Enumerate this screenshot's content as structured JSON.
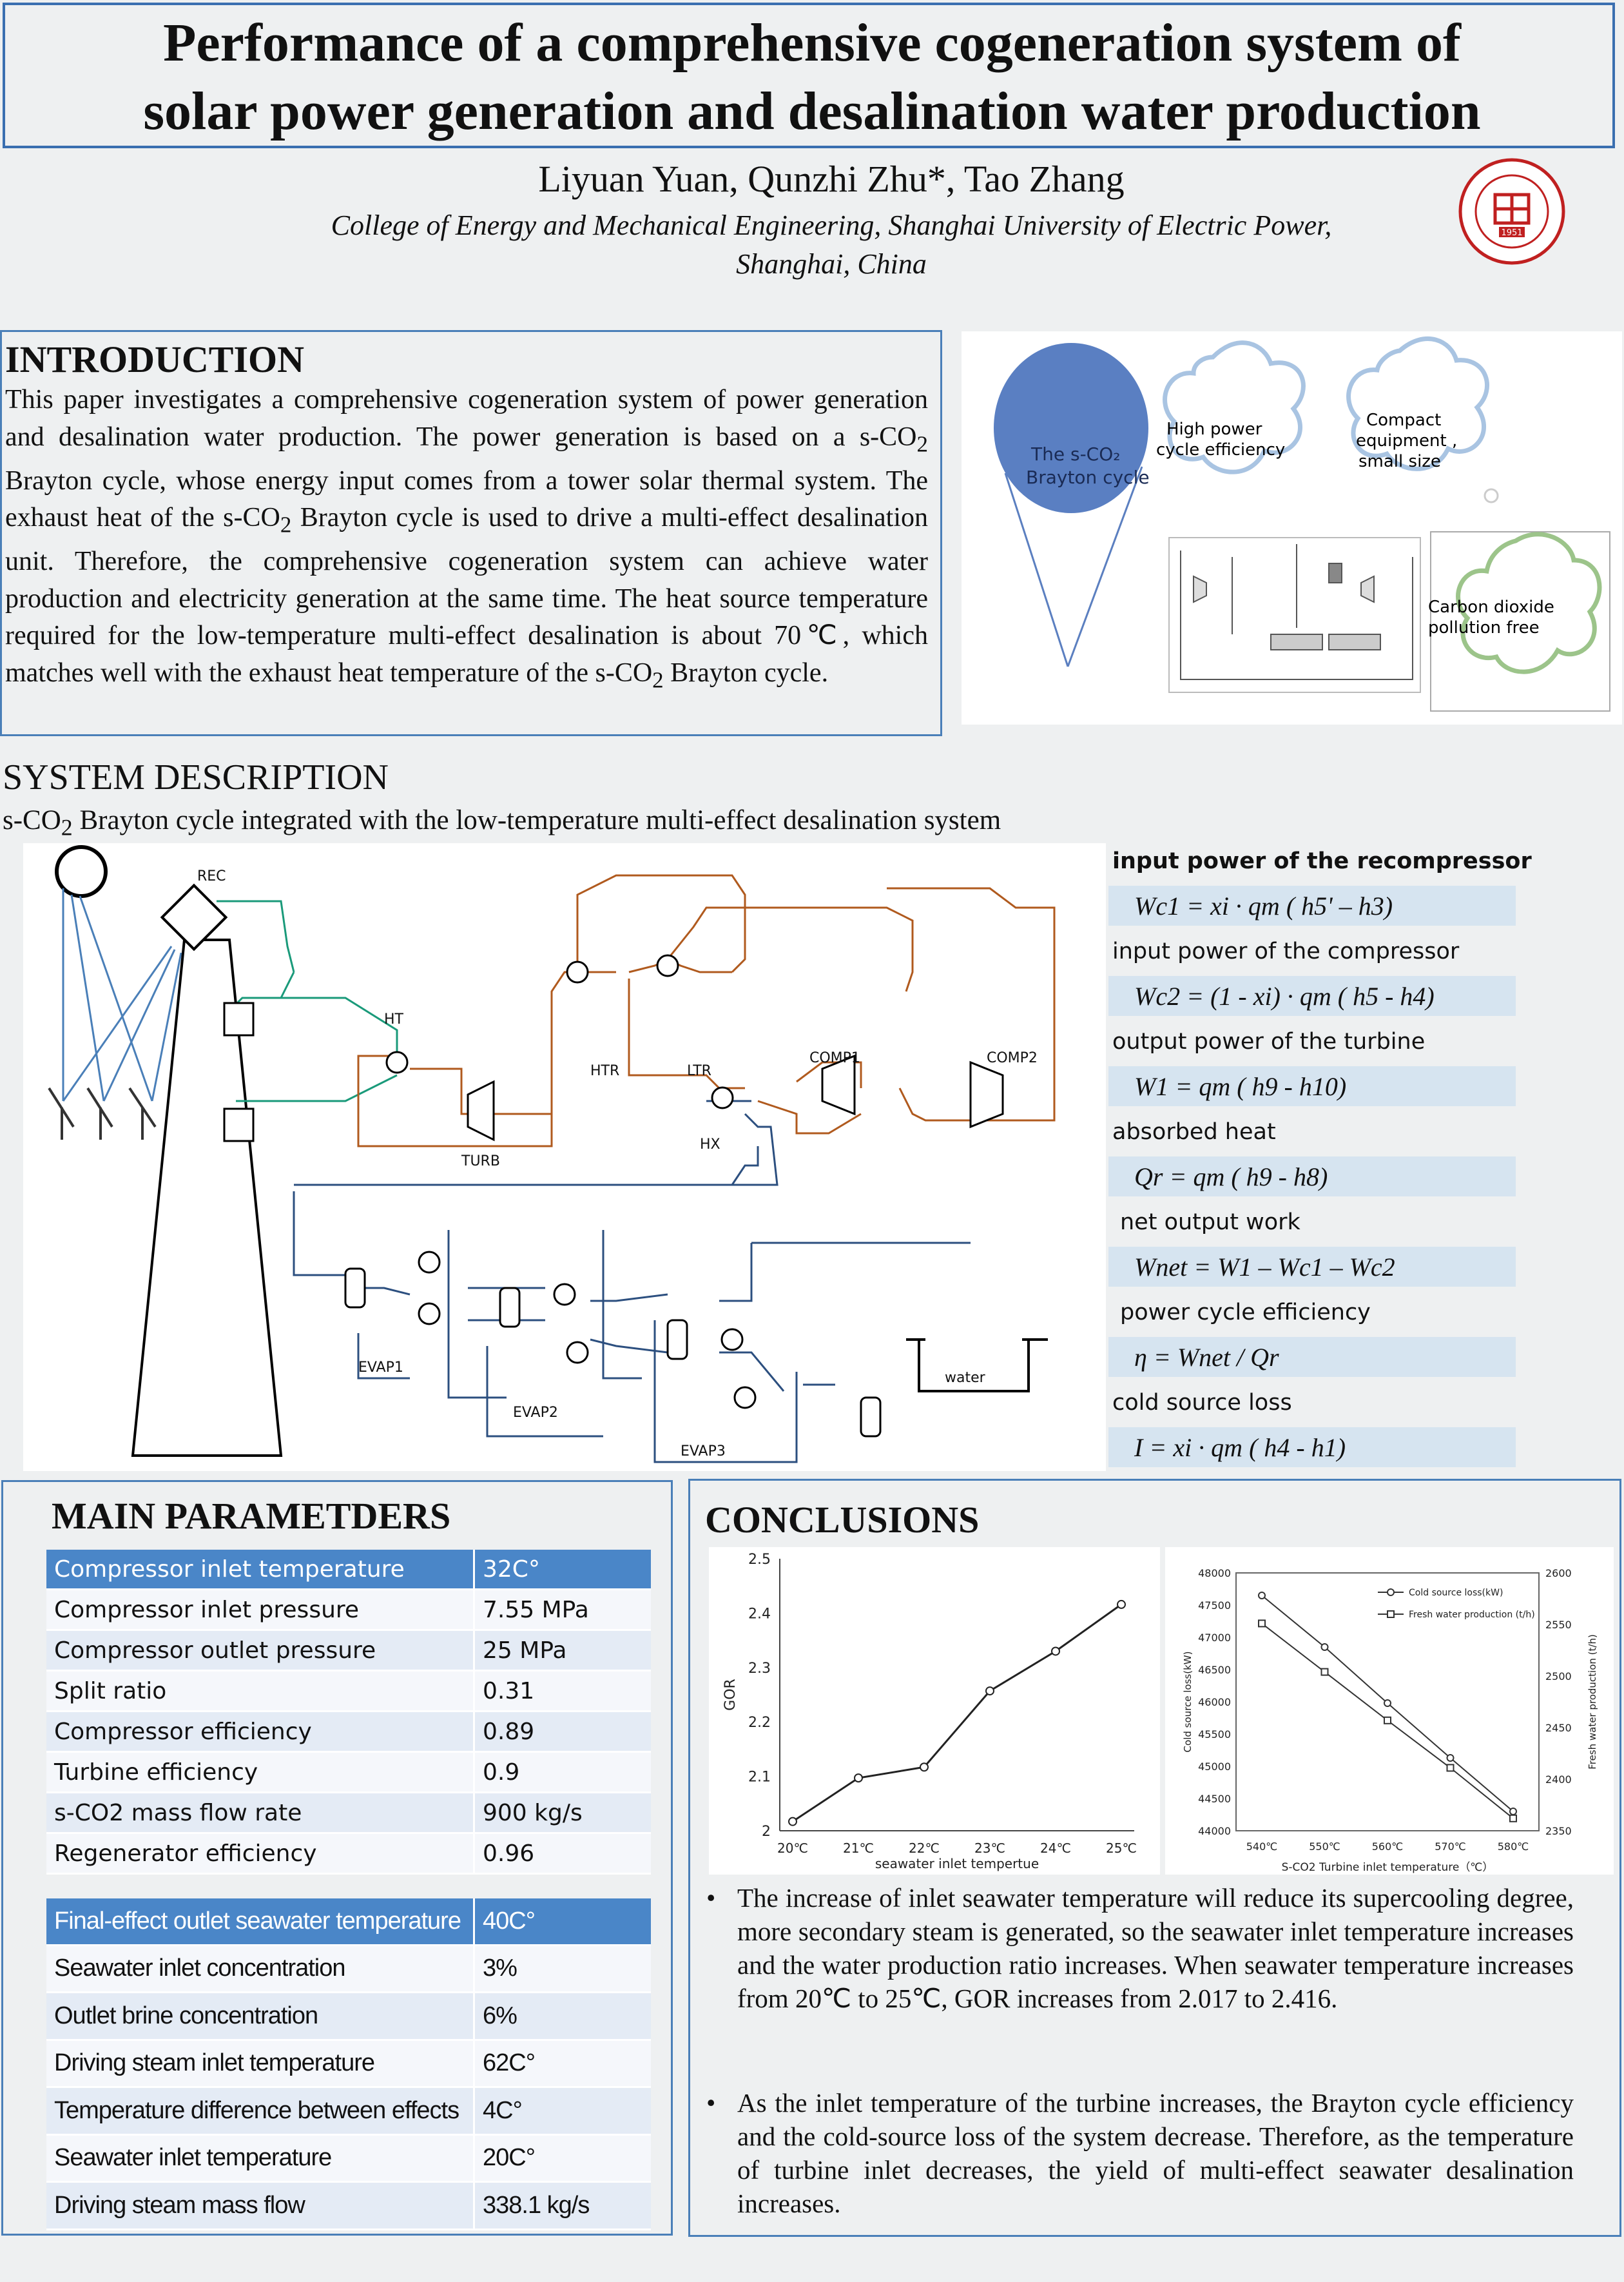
{
  "title": {
    "line1": "Performance of a comprehensive cogeneration system of",
    "line2": "solar power generation and desalination water production"
  },
  "authors": "Liyuan Yuan, Qunzhi Zhu*, Tao Zhang",
  "affiliation": {
    "line1": "College of Energy and Mechanical Engineering, Shanghai University of Electric Power,",
    "line2": "Shanghai, China"
  },
  "logo": {
    "year": "1951"
  },
  "introduction": {
    "heading": "INTRODUCTION",
    "body_html": "This paper investigates a comprehensive cogeneration system of power generation and desalination water production. The power generation is based on a s-CO<sub>2</sub> Brayton cycle, whose energy input comes from a tower solar thermal system. The exhaust heat of the s-CO<sub>2</sub> Brayton cycle is used to drive a multi-effect desalination unit. Therefore, the comprehensive cogeneration system can achieve water production and electricity generation at the same time. The heat source temperature required for the low-temperature multi-effect desalination is about 70℃, which matches well with the exhaust heat temperature of the s-CO<sub>2</sub> Brayton cycle.",
    "figure": {
      "circle_label_1": "The s-CO₂",
      "circle_label_2": "Brayton cycle",
      "cloud1_1": "High power",
      "cloud1_2": "cycle efficiency",
      "cloud2_1": "Compact",
      "cloud2_2": "equipment ,",
      "cloud2_3": "small size",
      "cloud3_1": "Carbon dioxide",
      "cloud3_2": "pollution free"
    }
  },
  "system": {
    "heading": "SYSTEM DESCRIPTION",
    "subtitle_html": "s-CO<sub>2</sub> Brayton cycle integrated with the low-temperature multi-effect desalination system",
    "labels": {
      "rec": "REC",
      "ht": "HT",
      "turb": "TURB",
      "htr": "HTR",
      "ltr": "LTR",
      "comp1": "COMP1",
      "comp2": "COMP2",
      "hx": "HX",
      "evap1": "EVAP1",
      "evap2": "EVAP2",
      "evap3": "EVAP3",
      "water": "water"
    }
  },
  "equations": [
    {
      "label": "input power of the recompressor",
      "expr": "Wc1 = xi · qm ( h5' – h3)"
    },
    {
      "label": "input power of the compressor",
      "expr": "Wc2 = (1 - xi) · qm ( h5 - h4)"
    },
    {
      "label": "output power of the turbine",
      "expr": "W1 = qm ( h9 - h10)"
    },
    {
      "label": "absorbed heat",
      "expr": "Qr = qm ( h9 - h8)"
    },
    {
      "label": "net output work",
      "expr": "Wnet = W1 – Wc1 – Wc2"
    },
    {
      "label": "power cycle efficiency",
      "expr": "η = Wnet / Qr"
    },
    {
      "label": "cold source loss",
      "expr": "I = xi · qm ( h4 - h1)"
    }
  ],
  "parameters": {
    "heading": "MAIN PARAMETDERS",
    "table1": [
      [
        "Compressor inlet temperature",
        "32C°"
      ],
      [
        "Compressor inlet pressure",
        "7.55 MPa"
      ],
      [
        "Compressor outlet pressure",
        "25 MPa"
      ],
      [
        "Split ratio",
        "0.31"
      ],
      [
        "Compressor efficiency",
        "0.89"
      ],
      [
        "Turbine efficiency",
        "0.9"
      ],
      [
        "s-CO2 mass flow  rate",
        "900 kg/s"
      ],
      [
        "Regenerator efficiency",
        "0.96"
      ]
    ],
    "table2": [
      [
        "Final-effect outlet seawater temperature",
        "40C°"
      ],
      [
        "Seawater inlet concentration",
        "3%"
      ],
      [
        "Outlet brine concentration",
        "6%"
      ],
      [
        "Driving steam inlet temperature",
        "62C°"
      ],
      [
        "Temperature difference between effects",
        "4C°"
      ],
      [
        "Seawater  inlet temperature",
        "20C°"
      ],
      [
        "Driving steam mass flow",
        "338.1 kg/s"
      ]
    ]
  },
  "conclusions": {
    "heading": "CONCLUSIONS",
    "bullet_symbol": "•",
    "bullets": [
      "The increase of inlet seawater temperature will reduce its supercooling degree, more secondary steam is generated, so the seawater inlet temperature increases and the water production ratio increases. When seawater temperature increases from 20℃ to 25℃, GOR increases from 2.017 to 2.416.",
      "As the inlet temperature of the turbine increases, the Brayton cycle efficiency and the cold-source loss of the system decrease. Therefore, as the temperature of turbine inlet decreases, the yield of multi-effect seawater desalination increases."
    ]
  },
  "chart_data": [
    {
      "type": "line",
      "categories": [
        "20℃",
        "21℃",
        "22℃",
        "23℃",
        "24℃",
        "25℃"
      ],
      "series": [
        {
          "values": [
            2.017,
            2.097,
            2.117,
            2.257,
            2.33,
            2.416
          ]
        }
      ],
      "xlabel": "seawater inlet tempertue",
      "ylabel": "GOR",
      "ylim": [
        2,
        2.5
      ],
      "yticks": [
        "2",
        "2.1",
        "2.2",
        "2.3",
        "2.4",
        "2.5"
      ],
      "grid": false
    },
    {
      "type": "line",
      "categories": [
        "540℃",
        "550℃",
        "560℃",
        "570℃",
        "580℃"
      ],
      "series": [
        {
          "name": "Cold source loss(kW)",
          "axis": "left",
          "values": [
            47650,
            46850,
            45980,
            45130,
            44300
          ]
        },
        {
          "name": "Fresh water production (t/h)",
          "axis": "right",
          "values": [
            2551,
            2504,
            2457,
            2411,
            2362
          ]
        }
      ],
      "xlabel": "S-CO2 Turbine inlet temperature（℃）",
      "ylabel": "Cold source loss(kW)",
      "ylabel_right": "Fresh water production (t/h)",
      "ylim": [
        44000,
        48000
      ],
      "ylim_right": [
        2350,
        2600
      ],
      "yticks": [
        "44000",
        "44500",
        "45000",
        "45500",
        "46000",
        "46500",
        "47000",
        "47500",
        "48000"
      ],
      "yticks_right": [
        "2350",
        "2400",
        "2450",
        "2500",
        "2550",
        "2600"
      ],
      "legend": "top-right"
    }
  ]
}
